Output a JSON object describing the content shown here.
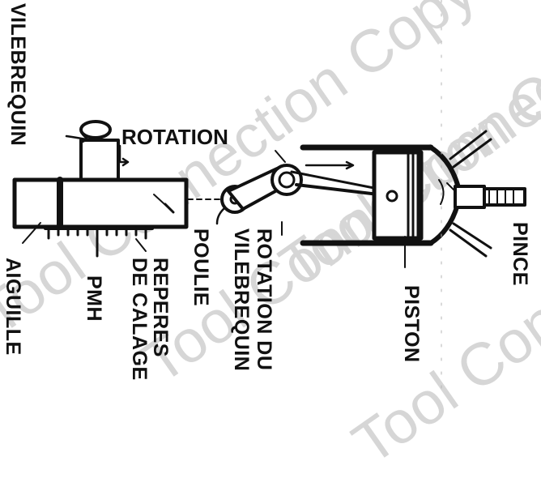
{
  "labels": {
    "vilebrequin": "VILEBREQUIN",
    "rotation": "ROTATION",
    "aiguille": "AIGUILLE",
    "pmh": "PMH",
    "reperes_line1": "REPERES",
    "reperes_line2": "DE CALAGE",
    "poulie": "POULIE",
    "rotation_du_line1": "ROTATION DU",
    "rotation_du_line2": "VILEBREQUIN",
    "piston": "PISTON",
    "pince": "PINCE"
  },
  "watermark": "Tool Connection Copyright",
  "colors": {
    "ink": "#111111",
    "background": "#ffffff",
    "watermark": "#d6d6d6"
  }
}
